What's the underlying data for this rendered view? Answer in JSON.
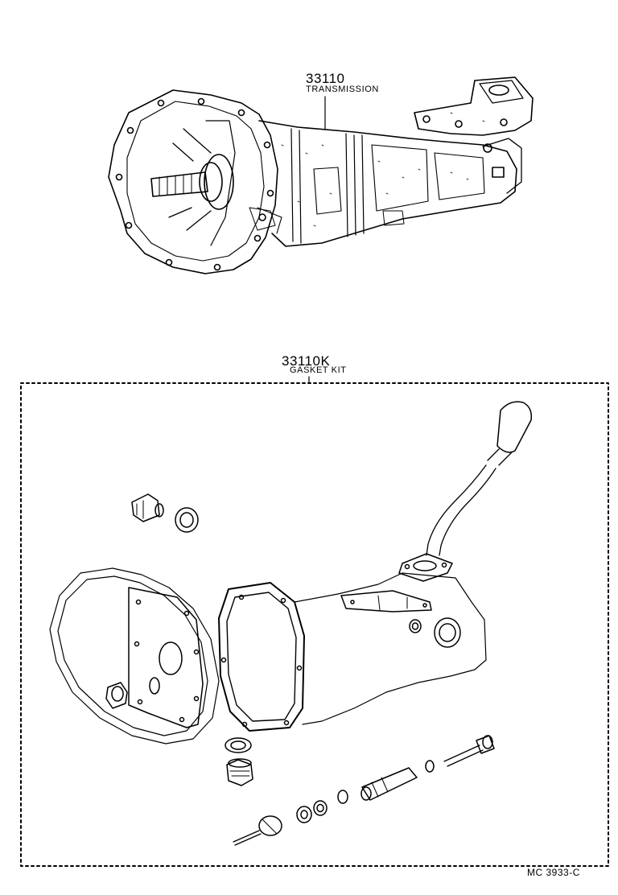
{
  "callouts": {
    "transmission": {
      "part_no": "33110",
      "name": "TRANSMISSION"
    },
    "gasket_kit": {
      "part_no": "33110K",
      "name": "GASKET KIT"
    }
  },
  "figure_code": "MC  3933-C",
  "colors": {
    "ink": "#000000",
    "paper": "#ffffff"
  }
}
